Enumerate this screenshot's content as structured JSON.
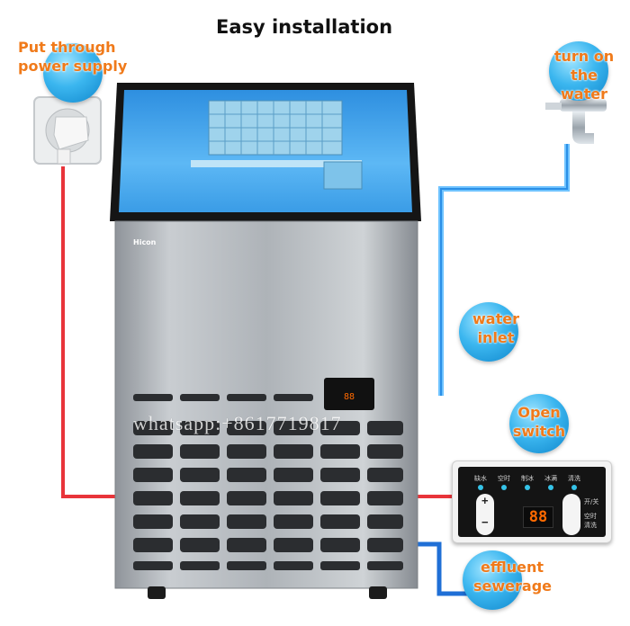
{
  "title": "Easy installation",
  "callouts": {
    "power": "Put through power supply",
    "water_on": "turn on the water",
    "water_inlet": "water inlet",
    "open_switch": "Open switch",
    "effluent": "effluent sewerage"
  },
  "machine": {
    "brand": "Hicon",
    "display_value": "88"
  },
  "control_panel": {
    "labels": [
      "缺水",
      "空时",
      "制冰",
      "冰满",
      "清洗"
    ],
    "plus": "+",
    "minus": "−",
    "display": "88",
    "right_labels": [
      "开/关",
      "空时",
      "清洗"
    ]
  },
  "watermark": "whatsapp:+8617719817",
  "colors": {
    "power_line": "#e8343a",
    "water_line": "#2b8fe6",
    "callout_text": "#f07a1a",
    "bubble": "#2aa5e8"
  }
}
